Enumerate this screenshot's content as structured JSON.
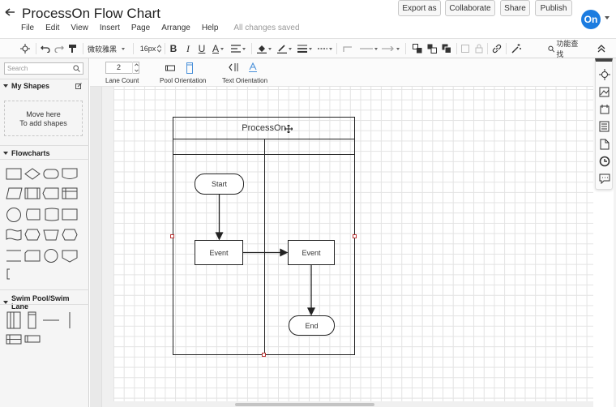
{
  "header": {
    "title": "ProcessOn Flow Chart",
    "menu": [
      "File",
      "Edit",
      "View",
      "Insert",
      "Page",
      "Arrange",
      "Help"
    ],
    "save_status": "All changes saved",
    "buttons": {
      "export": "Export as",
      "collaborate": "Collaborate",
      "share": "Share",
      "publish": "Publish"
    },
    "logo": "On"
  },
  "toolbar": {
    "font_name": "微软雅黑",
    "font_size": "16px",
    "bold": "B",
    "italic": "I",
    "underline": "U",
    "font_color": "A",
    "search_label": "功能查找"
  },
  "sidebar": {
    "search_placeholder": "Search",
    "my_shapes_title": "My Shapes",
    "dropzone_line1": "Move here",
    "dropzone_line2": "To add shapes",
    "flowcharts_title": "Flowcharts",
    "swimlane_title": "Swim Pool/Swim Lane"
  },
  "subtoolbar": {
    "lane_count_value": "2",
    "lane_count_label": "Lane Count",
    "pool_orientation_label": "Pool Orientation",
    "text_orientation_label": "Text Orientation"
  },
  "diagram": {
    "pool_title": "ProcessOn",
    "nodes": {
      "start": "Start",
      "event1": "Event",
      "event2": "Event",
      "end": "End"
    }
  },
  "colors": {
    "accent": "#1c7ce0",
    "handle": "#b33333",
    "grid": "#e3e3e3"
  }
}
